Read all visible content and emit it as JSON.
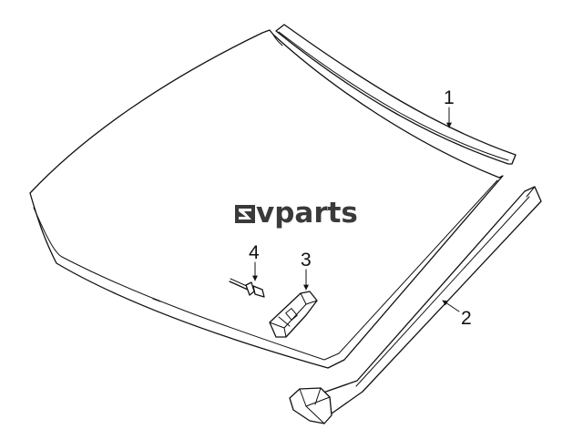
{
  "watermark": {
    "text": "vparts",
    "color": "#3a3a3a"
  },
  "callouts": [
    {
      "number": "1"
    },
    {
      "number": "2"
    },
    {
      "number": "3"
    },
    {
      "number": "4"
    }
  ],
  "colors": {
    "line": "#111111",
    "background": "#ffffff"
  }
}
